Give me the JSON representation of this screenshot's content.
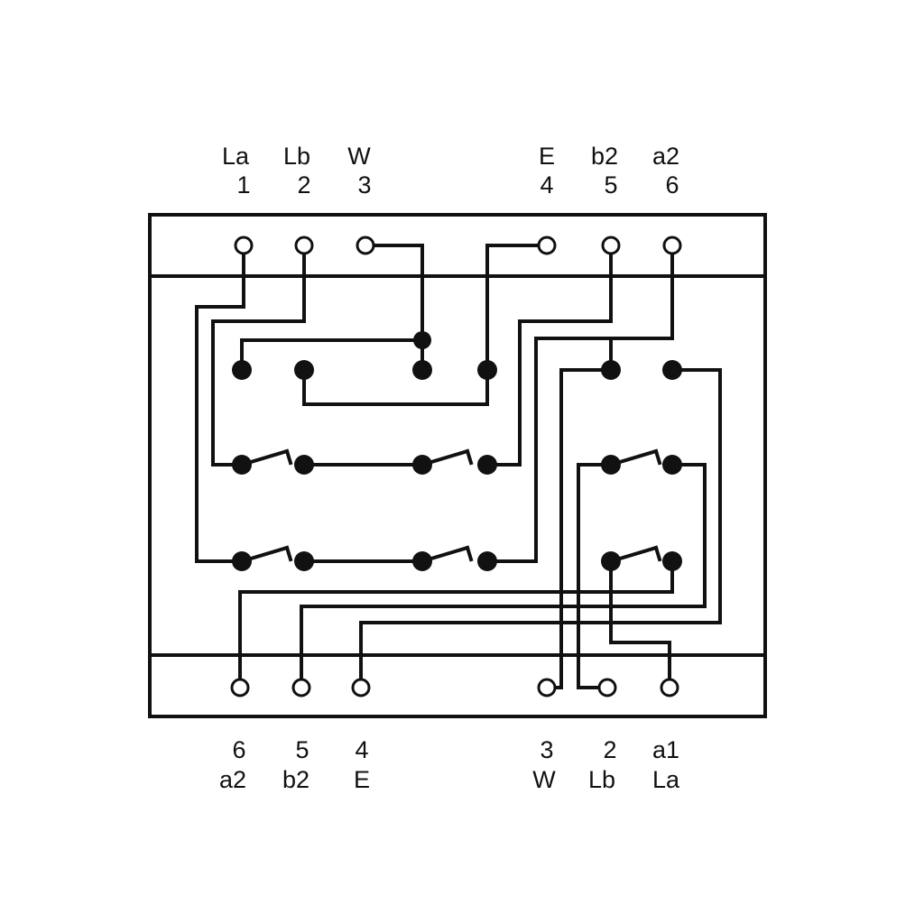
{
  "top_terminals": [
    {
      "name": "La",
      "number": "1"
    },
    {
      "name": "Lb",
      "number": "2"
    },
    {
      "name": "W",
      "number": "3"
    },
    {
      "name": "E",
      "number": "4"
    },
    {
      "name": "b2",
      "number": "5"
    },
    {
      "name": "a2",
      "number": "6"
    }
  ],
  "bottom_terminals": [
    {
      "number": "6",
      "name": "a2"
    },
    {
      "number": "5",
      "name": "b2"
    },
    {
      "number": "4",
      "name": "E"
    },
    {
      "number": "3",
      "name": "W"
    },
    {
      "number": "2",
      "name": "Lb"
    },
    {
      "number": "a1",
      "name": "La"
    }
  ]
}
